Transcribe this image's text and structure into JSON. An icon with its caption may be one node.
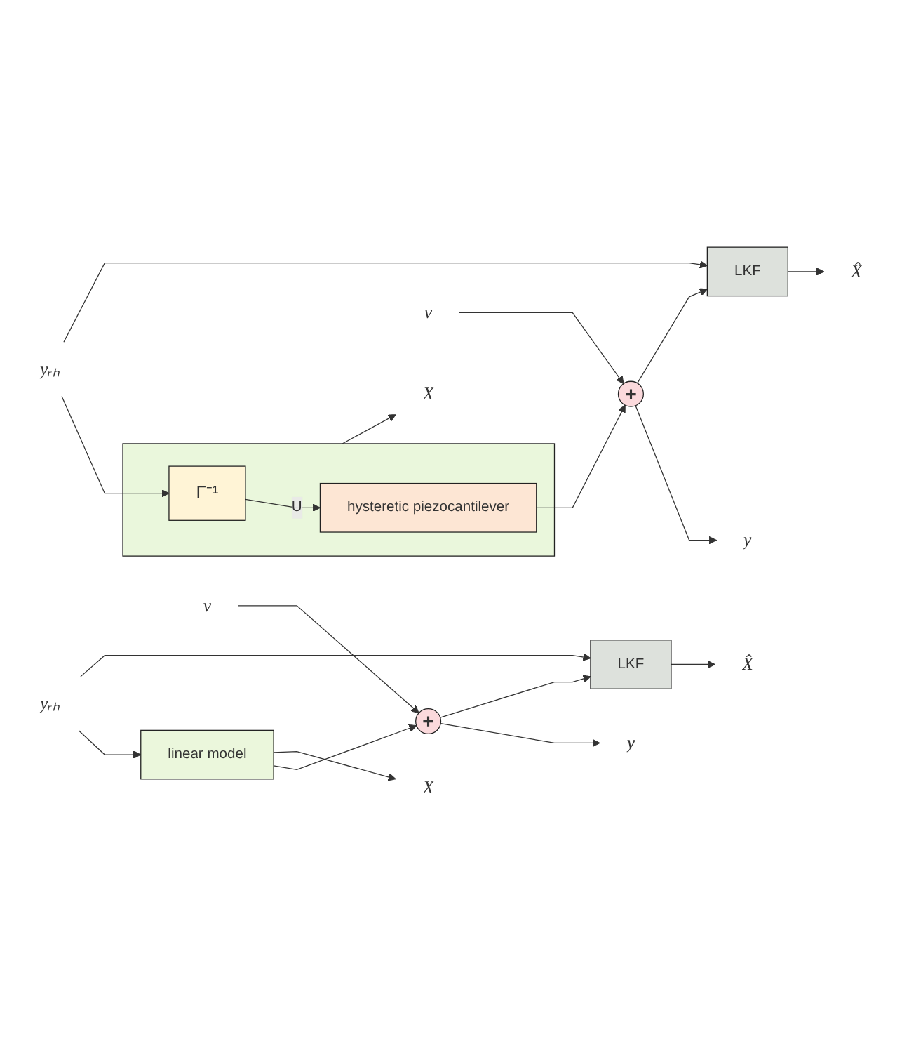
{
  "diagram": {
    "nodes": [
      {
        "text": [],
        "shape": "box"
      },
      {
        "text": [
          "Γ⁻¹"
        ],
        "in": 0
      },
      {
        "text": [
          "hysteretic piezocantilever"
        ],
        "in": 0
      },
      {
        "text": [
          "v"
        ]
      },
      {
        "text": [
          "yᵣₕ"
        ]
      },
      {
        "text": [
          "+"
        ]
      },
      {
        "text": [
          "y"
        ]
      },
      {
        "text": [
          "X"
        ]
      },
      {
        "text": [
          "LKF"
        ]
      },
      {
        "text": [
          "X̂"
        ]
      },
      {
        "text": [
          "linear model"
        ]
      },
      {
        "text": [
          "v"
        ]
      },
      {
        "text": [
          "yᵣₕ"
        ]
      },
      {
        "text": [
          "+"
        ]
      },
      {
        "text": [
          "y"
        ]
      },
      {
        "text": [
          "X"
        ]
      },
      {
        "text": [
          "LKF"
        ]
      },
      {
        "text": [
          "X̂"
        ]
      }
    ],
    "edges": [
      {
        "from": 4,
        "to": 1,
        "arrow": "to"
      },
      {
        "from": 1,
        "to": 2,
        "arrow": "to",
        "label": "U"
      },
      {
        "from": 2,
        "to": 5,
        "arrow": "to"
      },
      {
        "from": 3,
        "to": 5,
        "arrow": "to"
      },
      {
        "from": 5,
        "to": 6,
        "arrow": "to"
      },
      {
        "from": 0,
        "to": 7,
        "arrow": "to"
      },
      {
        "from": 5,
        "to": 8,
        "arrow": "to"
      },
      {
        "from": 4,
        "to": 8,
        "arrow": "to"
      },
      {
        "from": 8,
        "to": 9,
        "arrow": "to"
      },
      {
        "from": 12,
        "to": 10,
        "arrow": "to"
      },
      {
        "from": 10,
        "to": 13,
        "arrow": "to"
      },
      {
        "from": 11,
        "to": 13,
        "arrow": "to"
      },
      {
        "from": 13,
        "to": 14,
        "arrow": "to"
      },
      {
        "from": 10,
        "to": 15,
        "arrow": "to"
      },
      {
        "from": 12,
        "to": 16,
        "arrow": "to"
      },
      {
        "from": 13,
        "to": 16,
        "arrow": "to"
      },
      {
        "from": 16,
        "to": 17,
        "arrow": "to"
      }
    ]
  }
}
